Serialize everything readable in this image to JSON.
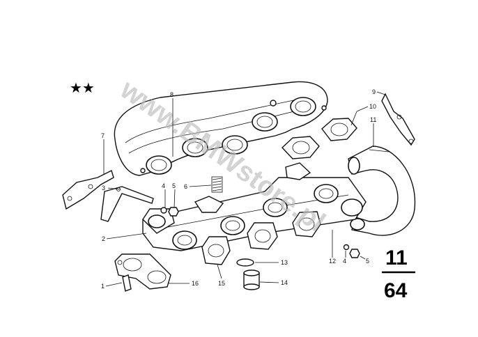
{
  "stars": "★★",
  "watermark": "www.BMWstore.pl",
  "page_ref": {
    "group": "11",
    "page": "64"
  },
  "callouts": [
    {
      "id": "c1",
      "label": "1"
    },
    {
      "id": "c2",
      "label": "2"
    },
    {
      "id": "c3",
      "label": "3"
    },
    {
      "id": "c4a",
      "label": "4"
    },
    {
      "id": "c5a",
      "label": "5"
    },
    {
      "id": "c6",
      "label": "6"
    },
    {
      "id": "c7",
      "label": "7"
    },
    {
      "id": "c8",
      "label": "8"
    },
    {
      "id": "c9",
      "label": "9"
    },
    {
      "id": "c10",
      "label": "10"
    },
    {
      "id": "c11",
      "label": "11"
    },
    {
      "id": "c12",
      "label": "12"
    },
    {
      "id": "c4b",
      "label": "4"
    },
    {
      "id": "c5b",
      "label": "5"
    },
    {
      "id": "c13",
      "label": "13"
    },
    {
      "id": "c14",
      "label": "14"
    },
    {
      "id": "c15",
      "label": "15"
    },
    {
      "id": "c16",
      "label": "16"
    }
  ]
}
